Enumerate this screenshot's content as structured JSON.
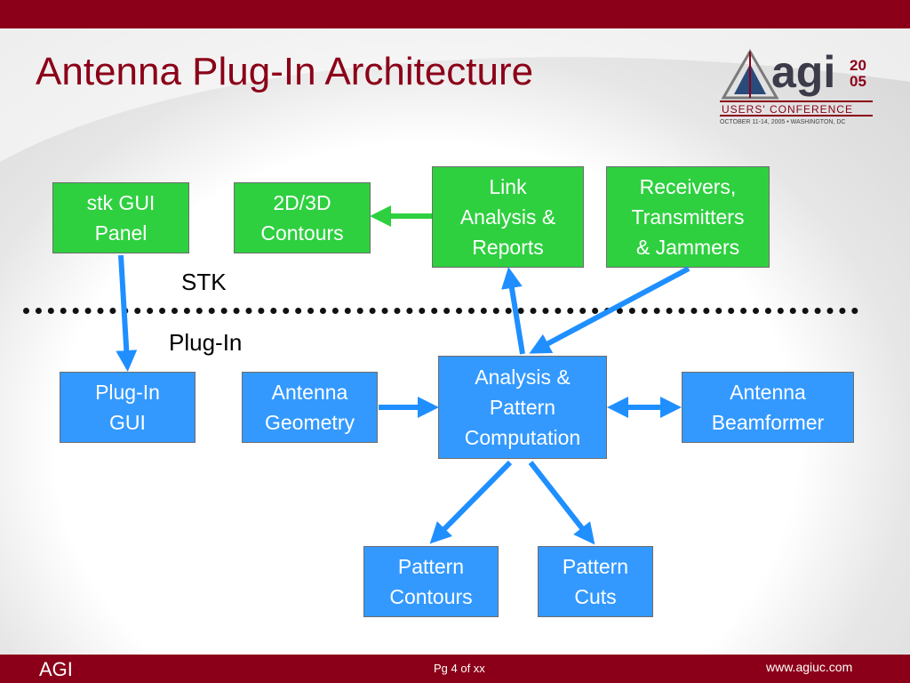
{
  "title": "Antenna Plug-In Architecture",
  "logo": {
    "brand": "agi",
    "year_top": "20",
    "year_bottom": "05",
    "conference": "USERS' CONFERENCE",
    "dates": "OCTOBER 11-14, 2005 • WASHINGTON, DC"
  },
  "layers": {
    "stk": "STK",
    "plugin": "Plug-In"
  },
  "stk_boxes": {
    "gui_panel": "stk GUI\nPanel",
    "contours": "2D/3D\nContours",
    "link_analysis": "Link\nAnalysis &\nReports",
    "receivers": "Receivers,\nTransmitters\n& Jammers"
  },
  "plugin_boxes": {
    "plugin_gui": "Plug-In\nGUI",
    "antenna_geometry": "Antenna\nGeometry",
    "analysis": "Analysis &\nPattern\nComputation",
    "beamformer": "Antenna\nBeamformer",
    "pattern_contours": "Pattern\nContours",
    "pattern_cuts": "Pattern\nCuts"
  },
  "colors": {
    "stk_box": "#2ed03f",
    "plugin_box": "#3399ff",
    "arrow": "#2ed03f",
    "plugin_arrow": "#1f8fff",
    "accent": "#8b0018"
  },
  "footer": {
    "left": "AGI",
    "center": "Pg 4 of xx",
    "right": "www.agiuc.com"
  }
}
